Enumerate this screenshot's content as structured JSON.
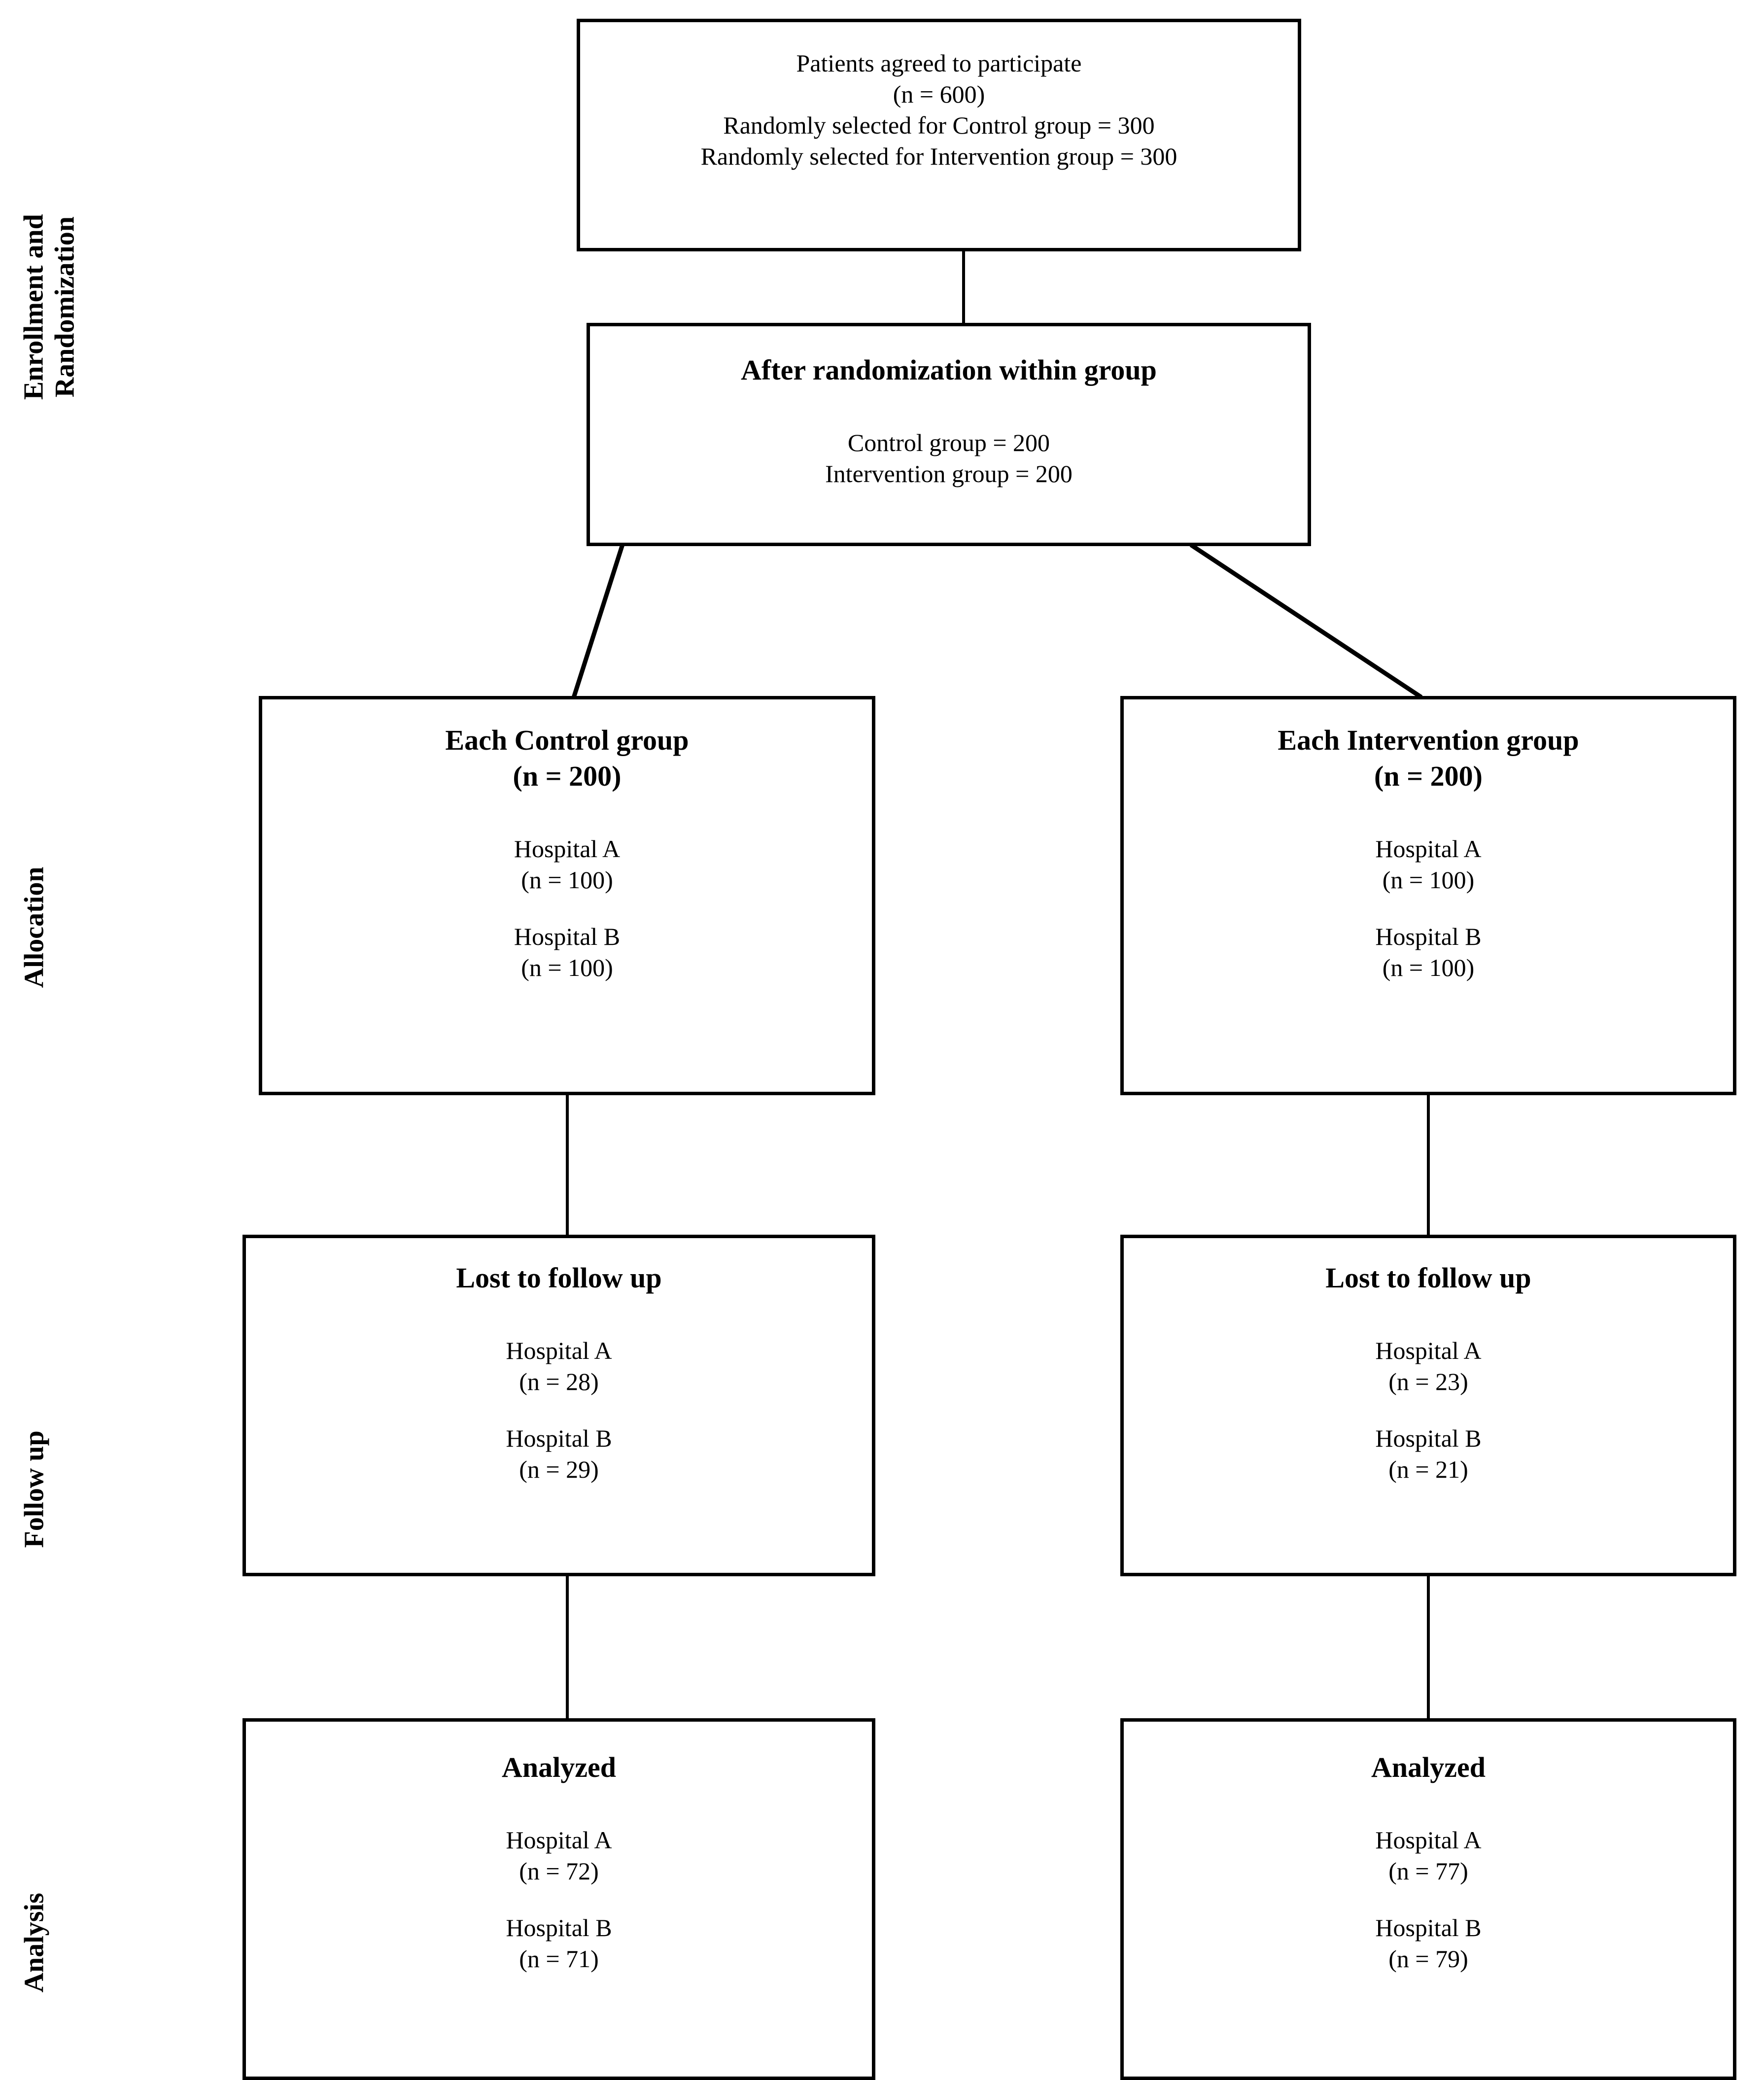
{
  "figure": {
    "type": "consort-flow-diagram",
    "stage_labels": [
      {
        "id": "enrollment",
        "text": "Enrollment and\nRandomization"
      },
      {
        "id": "allocation",
        "text": "Allocation"
      },
      {
        "id": "followup",
        "text": "Follow up"
      },
      {
        "id": "analysis",
        "text": "Analysis"
      }
    ],
    "boxes": {
      "enrollment": {
        "lines": [
          "Patients agreed to participate",
          "(n = 600)",
          "Randomly selected for Control group = 300",
          "Randomly selected for Intervention group = 300"
        ]
      },
      "randomization": {
        "title": "After randomization within group",
        "lines": [
          "Control group = 200",
          "Intervention group = 200"
        ]
      },
      "allocation_control": {
        "title": "Each Control group",
        "subtitle": "(n = 200)",
        "rows": [
          {
            "label": "Hospital A",
            "count": "(n = 100)"
          },
          {
            "label": "Hospital B",
            "count": "(n = 100)"
          }
        ]
      },
      "allocation_intervention": {
        "title": "Each Intervention group",
        "subtitle": "(n = 200)",
        "rows": [
          {
            "label": "Hospital A",
            "count": "(n = 100)"
          },
          {
            "label": "Hospital B",
            "count": "(n = 100)"
          }
        ]
      },
      "followup_control": {
        "title": "Lost to follow up",
        "rows": [
          {
            "label": "Hospital A",
            "count": "(n = 28)"
          },
          {
            "label": "Hospital B",
            "count": "(n = 29)"
          }
        ]
      },
      "followup_intervention": {
        "title": "Lost to follow up",
        "rows": [
          {
            "label": "Hospital A",
            "count": "(n = 23)"
          },
          {
            "label": "Hospital B",
            "count": "(n = 21)"
          }
        ]
      },
      "analysis_control": {
        "title": "Analyzed",
        "rows": [
          {
            "label": "Hospital A",
            "count": "(n = 72)"
          },
          {
            "label": "Hospital B",
            "count": "(n = 71)"
          }
        ]
      },
      "analysis_intervention": {
        "title": "Analyzed",
        "rows": [
          {
            "label": "Hospital A",
            "count": "(n = 77)"
          },
          {
            "label": "Hospital B",
            "count": "(n = 79)"
          }
        ]
      }
    },
    "colors": {
      "stroke": "#000000",
      "background": "#ffffff",
      "text": "#000000"
    }
  }
}
